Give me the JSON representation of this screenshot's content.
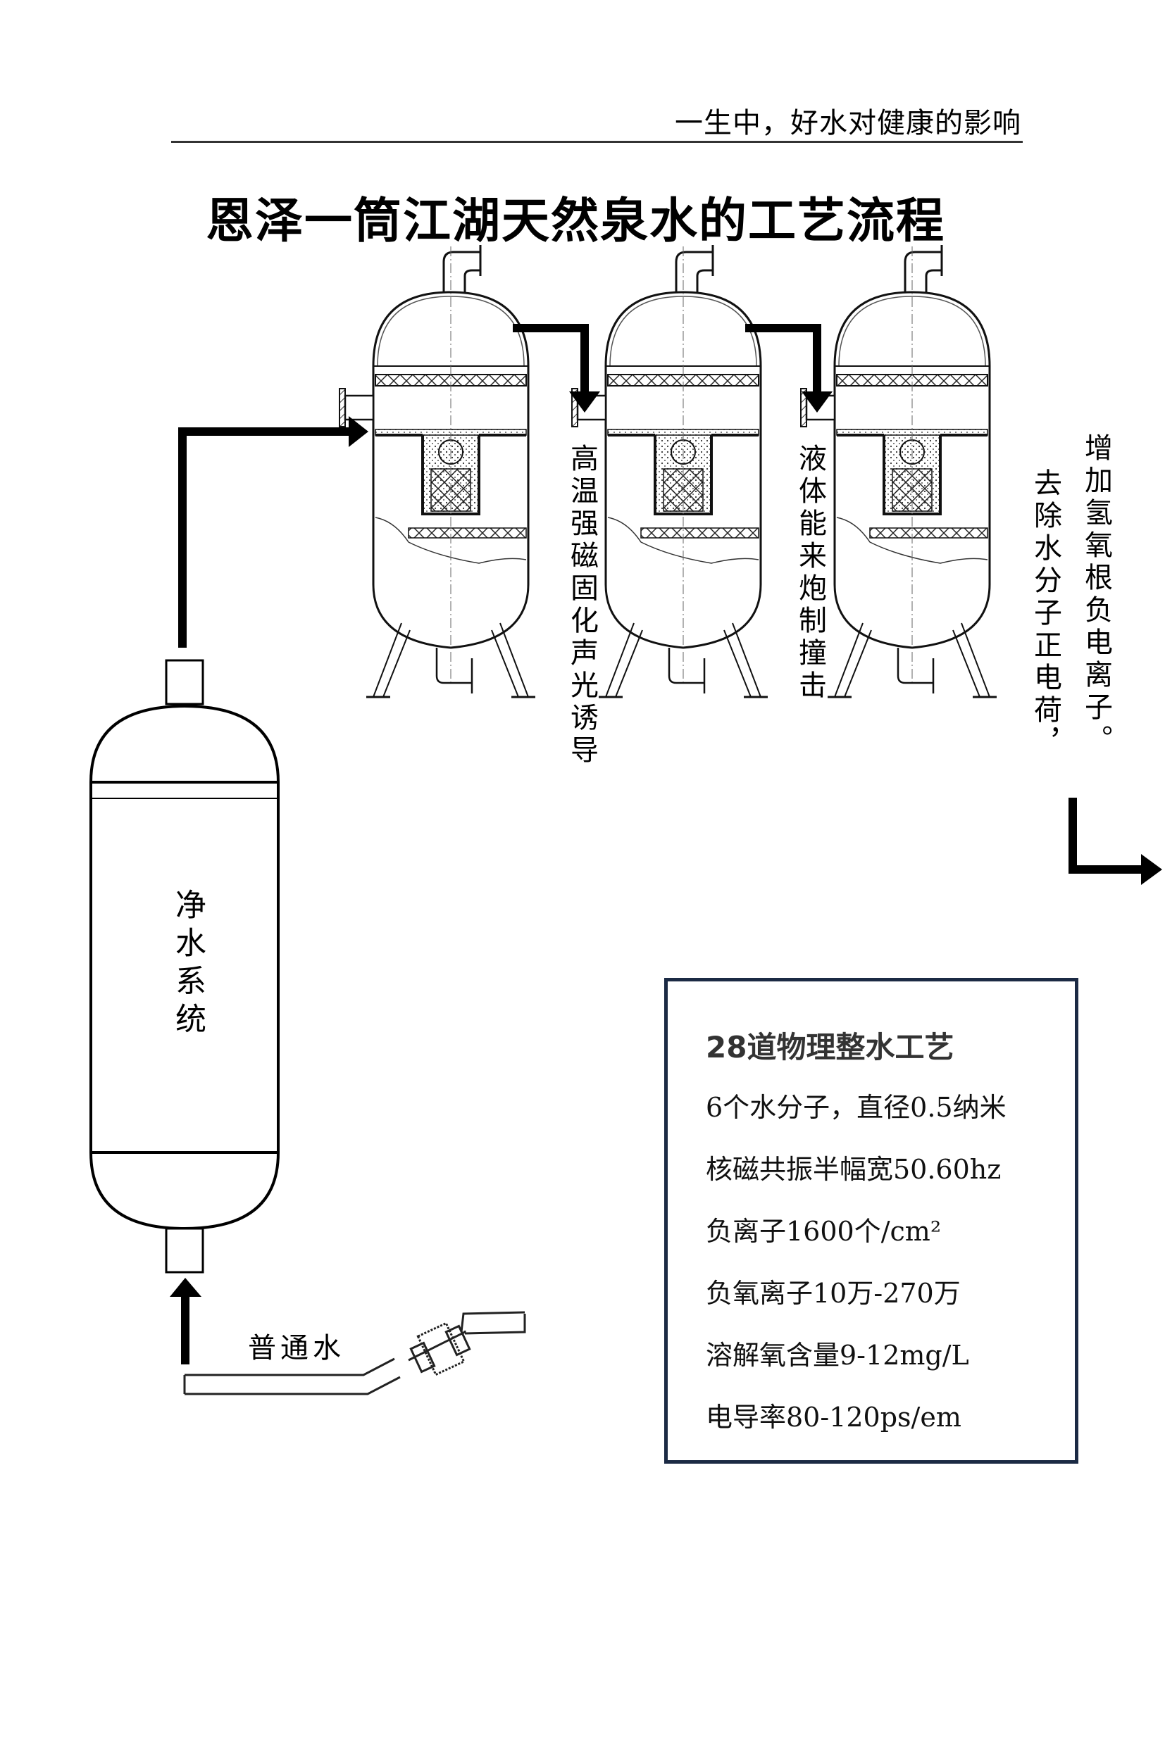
{
  "header": {
    "subtitle": "一生中，好水对健康的影响"
  },
  "title": "恩泽一筒江湖天然泉水的工艺流程",
  "diagram": {
    "stages": [
      {
        "label": "高温强磁固化声光诱导"
      },
      {
        "label": "液体能来炮制撞击"
      },
      {
        "label_lines": [
          "增加氢氧根负电离子。",
          "去除水分子正电荷，"
        ]
      }
    ],
    "purifier": {
      "label": "净水系统"
    },
    "inlet": {
      "label": "普通水"
    }
  },
  "spec_box": {
    "title": "28道物理整水工艺",
    "lines": [
      "6个水分子，直径0.5纳米",
      "核磁共振半幅宽50.60hz",
      "负离子1600个/cm²",
      "负氧离子10万-270万",
      "溶解氧含量9-12mg/L",
      "电导率80-120ps/em"
    ]
  },
  "colors": {
    "text": "#000000",
    "box_border": "#1b2a44",
    "rule": "#333333"
  }
}
